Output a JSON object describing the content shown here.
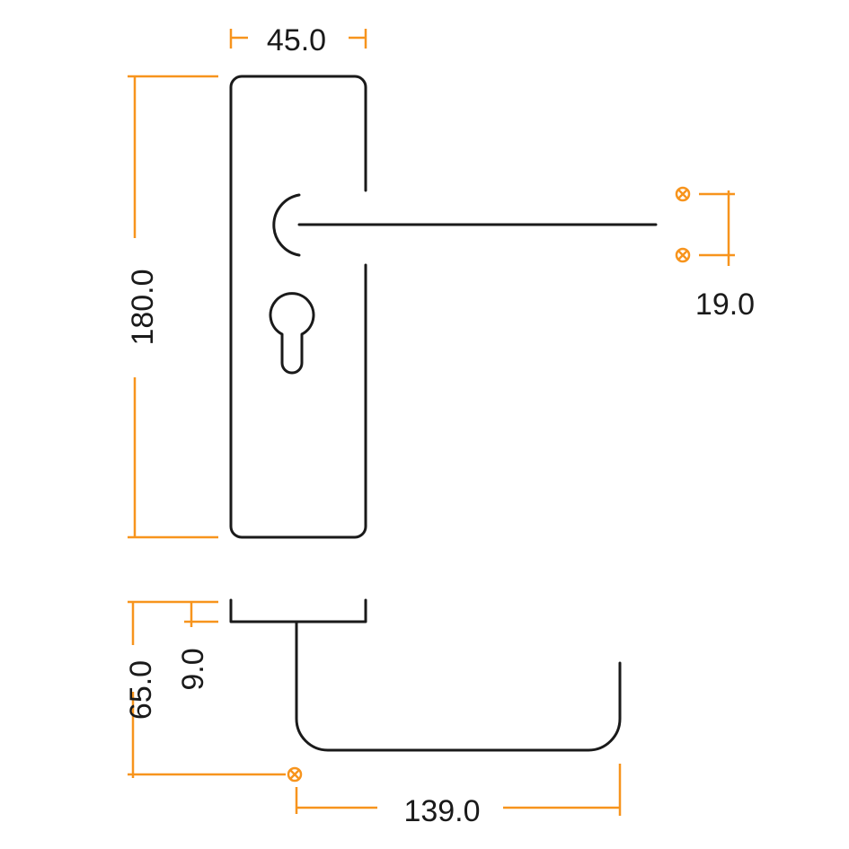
{
  "colors": {
    "outline": "#1a1a1a",
    "dimension": "#f7941d",
    "background": "#ffffff"
  },
  "dimensions": {
    "plate_width": "45.0",
    "plate_height": "180.0",
    "fixing_centres": "19.0",
    "projection": "65.0",
    "plate_thickness": "9.0",
    "lever_length": "139.0"
  },
  "icons": {
    "fixing_point": "circle-cross-icon"
  }
}
